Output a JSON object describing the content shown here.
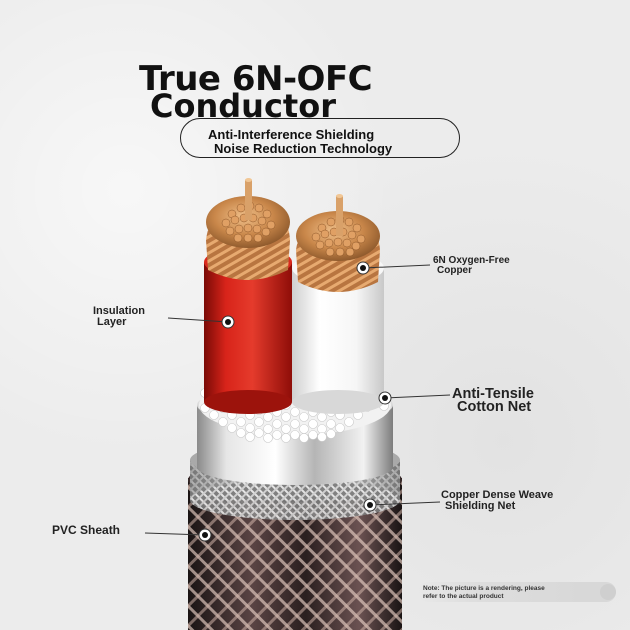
{
  "title": {
    "line1": "True 6N-OFC",
    "line2": "Conductor"
  },
  "badge": {
    "line1": "Anti-Interference Shielding",
    "line2": "Noise Reduction Technology"
  },
  "labels": {
    "copper_line1": "6N Oxygen-Free",
    "copper_line2": "Copper",
    "insulation_line1": "Insulation",
    "insulation_line2": "Layer",
    "cotton_line1": "Anti-Tensile",
    "cotton_line2": "Cotton Net",
    "shield_line1": "Copper Dense Weave",
    "shield_line2": "Shielding Net",
    "pvc": "PVC Sheath"
  },
  "note": {
    "line1": "Note: The picture is a rendering, please",
    "line2": "refer to the actual product"
  },
  "colors": {
    "red_insulation": "#c8170f",
    "white_insulation": "#f4f4f4",
    "copper": "#c9874a",
    "silver_shield": "#bfbfbf",
    "braid_dark": "#2a1f1f"
  }
}
